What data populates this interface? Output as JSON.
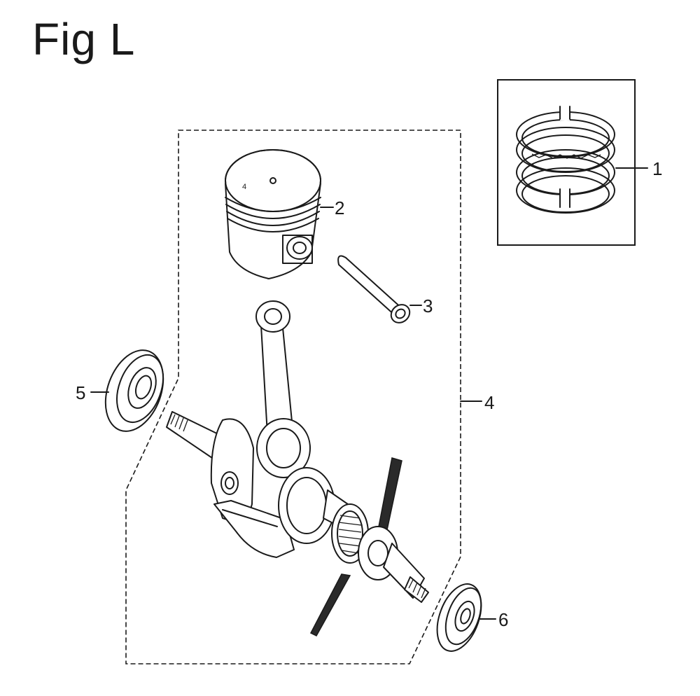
{
  "figure": {
    "title": "Fig L"
  },
  "callouts": [
    {
      "id": "1",
      "label": "1"
    },
    {
      "id": "2",
      "label": "2"
    },
    {
      "id": "3",
      "label": "3"
    },
    {
      "id": "4",
      "label": "4"
    },
    {
      "id": "5",
      "label": "5"
    },
    {
      "id": "6",
      "label": "6"
    }
  ],
  "parts": [
    {
      "callout": "1",
      "icon": "piston-ring-set-icon"
    },
    {
      "callout": "2",
      "icon": "piston-icon"
    },
    {
      "callout": "3",
      "icon": "piston-pin-icon"
    },
    {
      "callout": "4",
      "icon": "crankshaft-assembly-icon"
    },
    {
      "callout": "5",
      "icon": "oil-seal-icon"
    },
    {
      "callout": "6",
      "icon": "oil-seal-icon"
    }
  ],
  "colors": {
    "line": "#1a1a1a",
    "background": "#ffffff"
  }
}
